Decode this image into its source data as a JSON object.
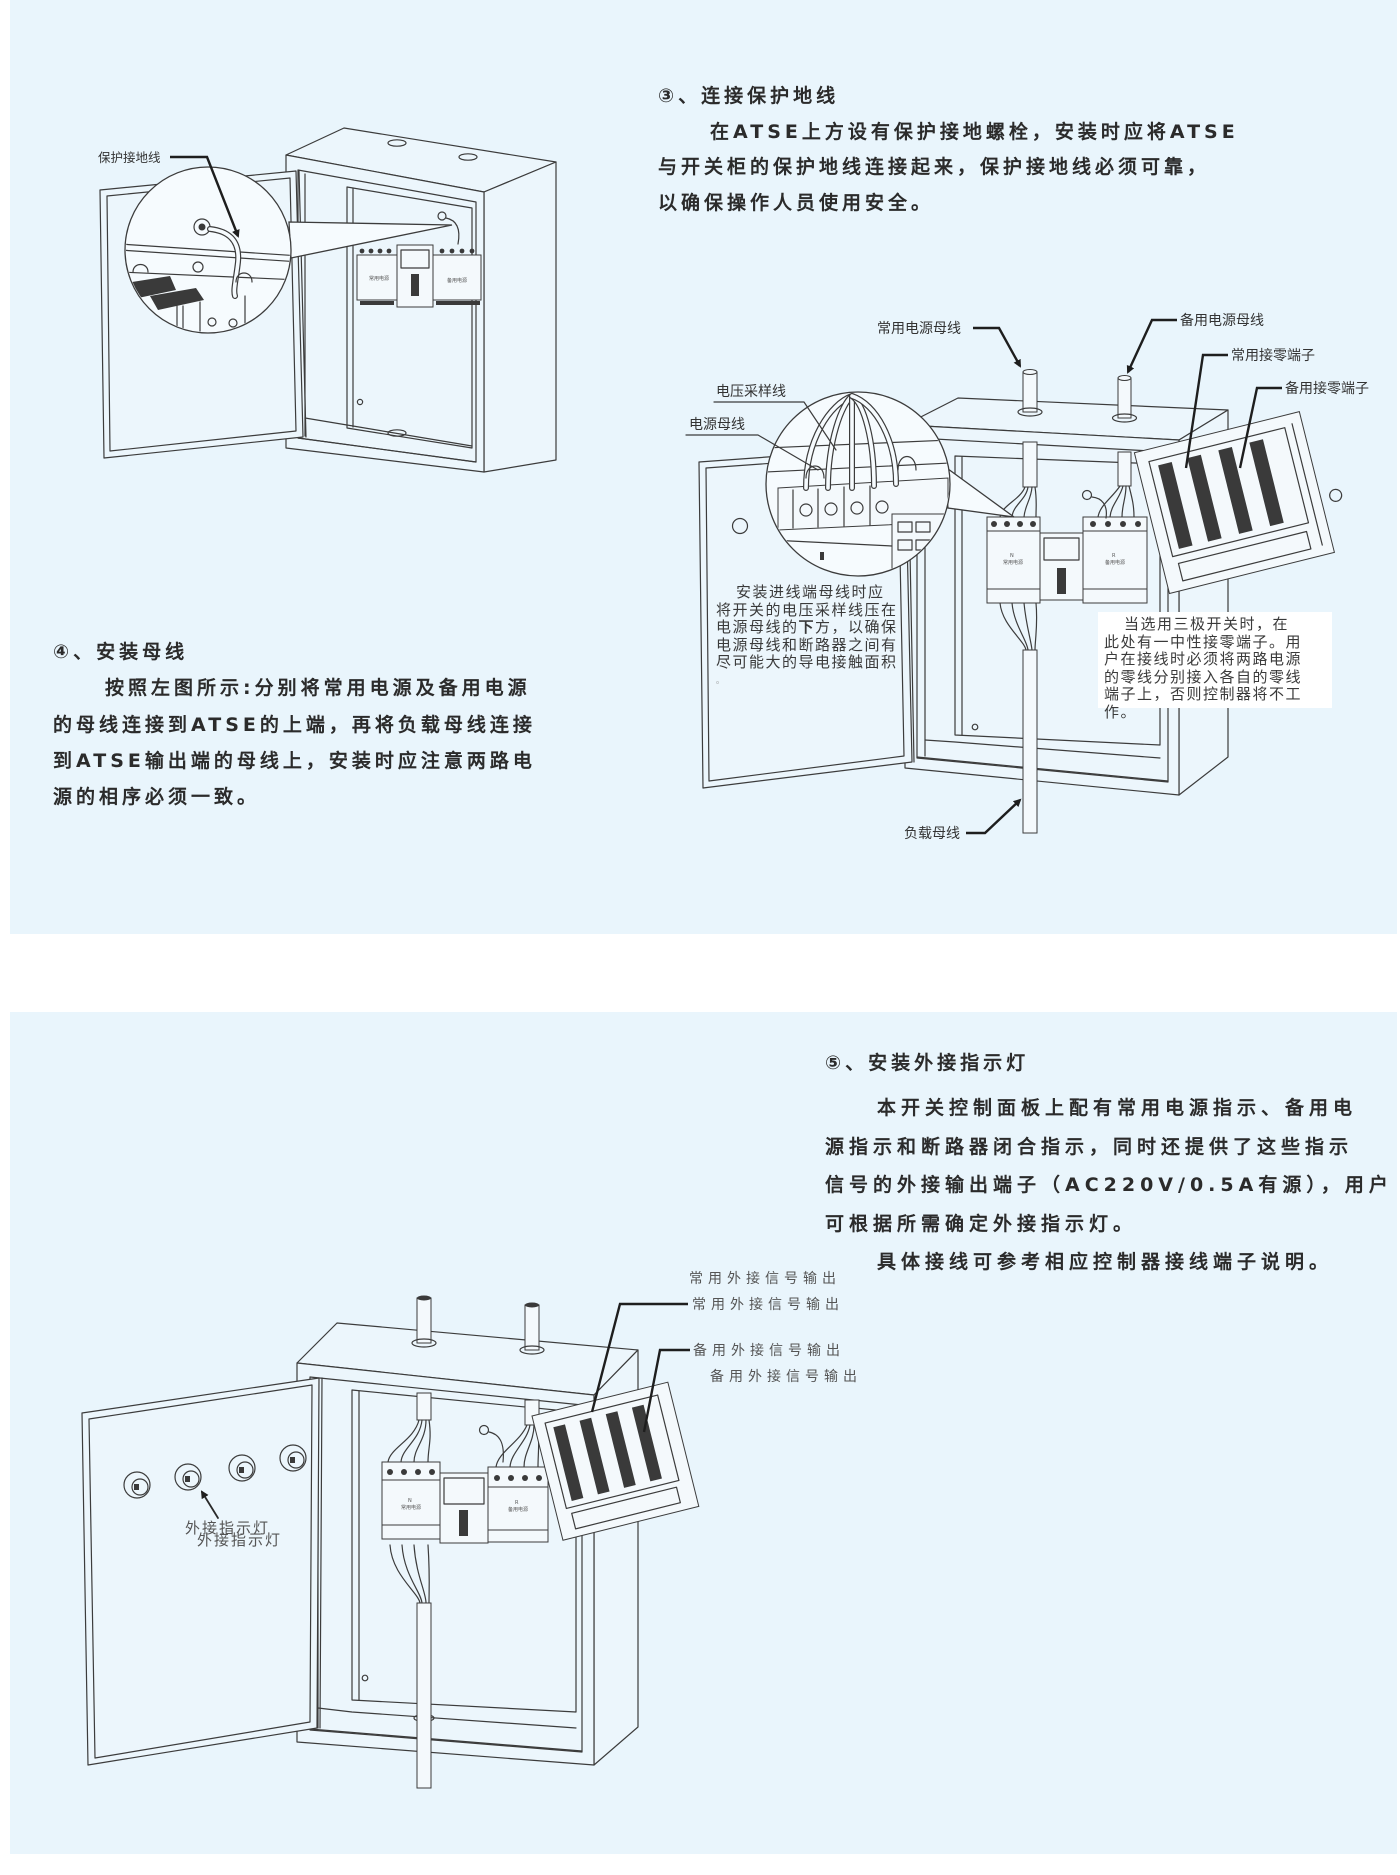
{
  "colors": {
    "panel_background": "#e9f5fc",
    "page_background": "#ffffff",
    "body_text": "#2b2b2b",
    "line_art": "#3c3c3c",
    "note_box": "#ffffff"
  },
  "sections": {
    "ground_wire": {
      "heading": "③、连接保护地线",
      "lines": [
        "在ATSE上方设有保护接地螺栓，安装时应将ATSE",
        "与开关柜的保护地线连接起来，保护接地线必须可靠，",
        "以确保操作人员使用安全。"
      ]
    },
    "busbar": {
      "heading": "④、安装母线",
      "lines": [
        "按照左图所示:分别将常用电源及备用电源",
        "的母线连接到ATSE的上端，再将负载母线连接",
        "到ATSE输出端的母线上，安装时应注意两路电",
        "源的相序必须一致。"
      ]
    },
    "indicator_lamps": {
      "heading": "⑤、安装外接指示灯",
      "lines": [
        "本开关控制面板上配有常用电源指示、备用电",
        "源指示和断路器闭合指示，同时还提供了这些指示",
        "信号的外接输出端子（AC220V/0.5A有源），用户",
        "可根据所需确定外接指示灯。",
        "具体接线可参考相应控制器接线端子说明。"
      ]
    }
  },
  "atse_modules": [
    {
      "symbol": "N",
      "label": "常用电源"
    },
    {
      "symbol": "R",
      "label": "备用电源"
    }
  ],
  "diagrams": {
    "ground_wire": {
      "callouts": {
        "protective_ground_wire": "保护接地线"
      }
    },
    "busbar": {
      "callouts": {
        "normal_power_busbar": "常用电源母线",
        "backup_power_busbar": "备用电源母线",
        "normal_neutral_terminal": "常用接零端子",
        "backup_neutral_terminal": "备用接零端子",
        "voltage_sampling_wire": "电压采样线",
        "power_busbar": "电源母线",
        "load_busbar": "负载母线"
      },
      "inlet_note": {
        "lines": [
          "安装进线端母线时应",
          "将开关的电压采样线压在",
          [
            "电源母线的",
            "下",
            "方，以确保"
          ],
          "电源母线和断路器之间有",
          "尽可能大的导电接触面积",
          "。"
        ]
      },
      "three_pole_note": {
        "lines": [
          "当选用三极开关时，在",
          "此处有一中性接零端子。用",
          "户在接线时必须将两路电源",
          "的零线分别接入各自的零线",
          "端子上，否则控制器将不工",
          "作。"
        ]
      }
    },
    "indicator_lamps": {
      "callouts": {
        "normal_signal_output": [
          "常用外接信号输出",
          "常用外接信号输出"
        ],
        "backup_signal_output": [
          "备用外接信号输出",
          "备用外接信号输出"
        ],
        "external_indicator_lamp": [
          "外接指示灯",
          "外接指示灯"
        ]
      }
    }
  }
}
